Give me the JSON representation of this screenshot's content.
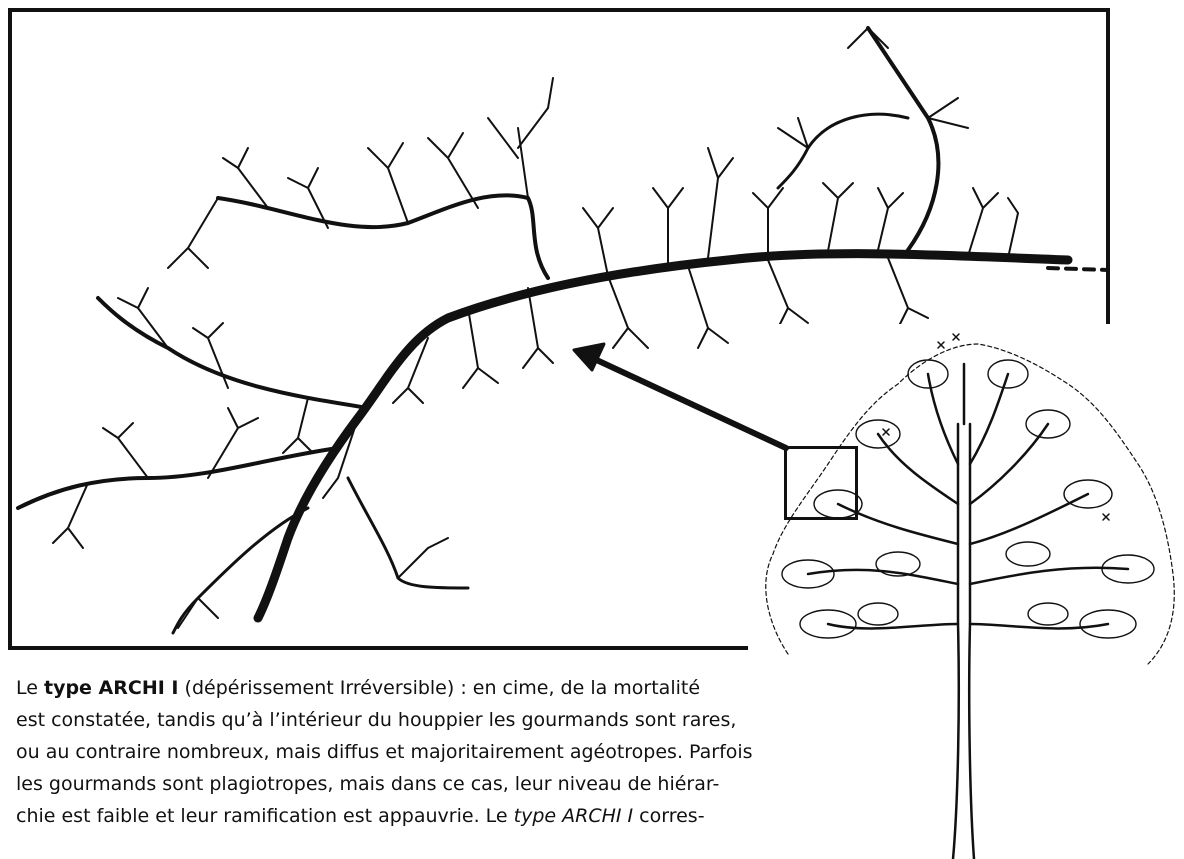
{
  "paragraph": {
    "lead": "Le ",
    "term": "type ARCHI I",
    "line1_rest": " (dépérissement Irréversible) : en cime, de la mortalité",
    "line2": "est constatée, tandis qu’à l’intérieur du houppier les gourmands sont rares,",
    "line3": "ou au contraire nombreux, mais diffus et majoritairement agéotropes. Parfois",
    "line4": "les gourmands sont plagiotropes, mais dans ce cas, leur niveau de hiérar-",
    "line5_start": "chie est faible et leur ramification est appauvrie. Le ",
    "line5_italic": "type ARCHI I",
    "line5_end": " corres-"
  },
  "colors": {
    "ink": "#111111",
    "paper": "#ffffff"
  },
  "icons": {
    "zoom_arrow": "arrow-left-up-icon",
    "zoom_box": "selection-square-icon"
  }
}
